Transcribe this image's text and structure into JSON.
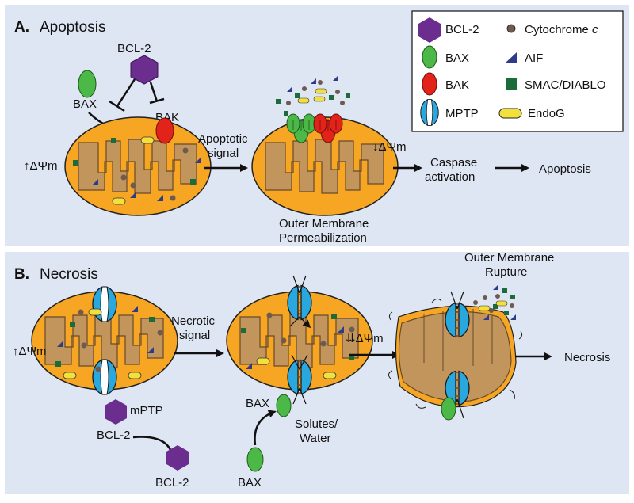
{
  "panel_a": {
    "letter": "A.",
    "title": "Apoptosis",
    "bcl2": "BCL-2",
    "bax": "BAX",
    "bak": "BAK",
    "psi_up": "↑ΔΨm",
    "signal_1": "Apoptotic",
    "signal_2": "signal",
    "psi_down": "↓ΔΨm",
    "caspase_1": "Caspase",
    "caspase_2": "activation",
    "result": "Apoptosis",
    "omp_1": "Outer Membrane",
    "omp_2": "Permeabilization"
  },
  "legend": {
    "bcl2": "BCL-2",
    "bax": "BAX",
    "bak": "BAK",
    "mptp": "MPTP",
    "cyto": "Cytochrome",
    "cyto_italic": "c",
    "aif": "AIF",
    "smac": "SMAC/DIABLO",
    "endog": "EndoG"
  },
  "panel_b": {
    "letter": "B.",
    "title": "Necrosis",
    "psi_up": "↑ΔΨm",
    "signal_1": "Necrotic",
    "signal_2": "signal",
    "psi_down": "⇊ΔΨm",
    "mptp": "mPTP",
    "bcl2_a": "BCL-2",
    "bcl2_b": "BCL-2",
    "bax_a": "BAX",
    "bax_b": "BAX",
    "solutes_1": "Solutes/",
    "solutes_2": "Water",
    "rupture_1": "Outer Membrane",
    "rupture_2": "Rupture",
    "result": "Necrosis"
  },
  "colors": {
    "background": "#dfe6f3",
    "mito_outer": "#f6a623",
    "mito_inner": "#c2955d",
    "bcl2": "#6b2e8f",
    "bax": "#4cb848",
    "bak": "#e2231a",
    "mptp": "#29a8e0",
    "cyto": "#6e5a4f",
    "aif": "#2e3a8c",
    "smac": "#1c6b3a",
    "endog": "#f2e03c"
  }
}
